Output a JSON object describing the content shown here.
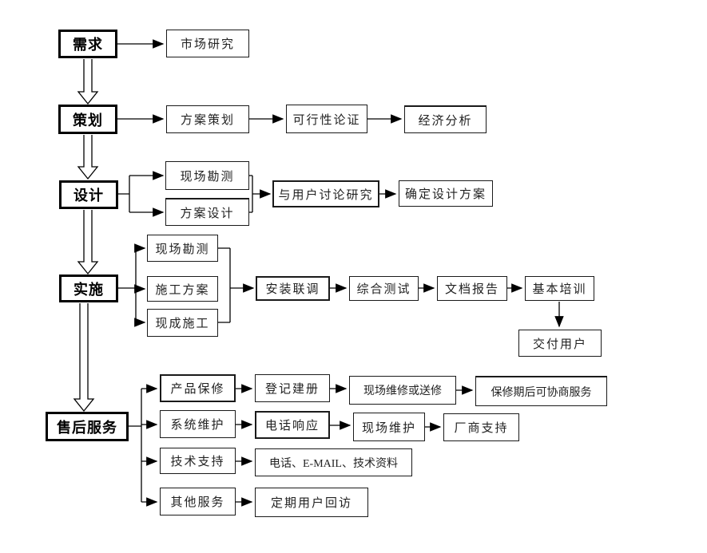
{
  "diagram_type": "flowchart",
  "line_color": "#000000",
  "box_fill": "#ffffff",
  "nodes": {
    "n_xuqiu": {
      "label": "需求",
      "kind": "stage"
    },
    "n_shichang": {
      "label": "市场研究",
      "kind": "process"
    },
    "n_cehua": {
      "label": "策划",
      "kind": "stage"
    },
    "n_fangan_cehua": {
      "label": "方案策划",
      "kind": "process"
    },
    "n_kexing": {
      "label": "可行性论证",
      "kind": "process"
    },
    "n_jingji": {
      "label": "经济分析",
      "kind": "process"
    },
    "n_sheji": {
      "label": "设计",
      "kind": "stage"
    },
    "n_kance1": {
      "label": "现场勘测",
      "kind": "process"
    },
    "n_fangan_sheji": {
      "label": "方案设计",
      "kind": "process"
    },
    "n_taolun": {
      "label": "与用户讨论研究",
      "kind": "process"
    },
    "n_queding": {
      "label": "确定设计方案",
      "kind": "process"
    },
    "n_shishi": {
      "label": "实施",
      "kind": "stage"
    },
    "n_kance2": {
      "label": "现场勘测",
      "kind": "process"
    },
    "n_shigong": {
      "label": "施工方案",
      "kind": "process"
    },
    "n_xiancheng": {
      "label": "现成施工",
      "kind": "process"
    },
    "n_anzhuang": {
      "label": "安装联调",
      "kind": "process"
    },
    "n_zonghe": {
      "label": "综合测试",
      "kind": "process"
    },
    "n_wendang": {
      "label": "文档报告",
      "kind": "process"
    },
    "n_jiben": {
      "label": "基本培训",
      "kind": "process"
    },
    "n_jiaofu": {
      "label": "交付用户",
      "kind": "process"
    },
    "n_shouhou": {
      "label": "售后服务",
      "kind": "stage"
    },
    "n_chanpin": {
      "label": "产品保修",
      "kind": "process"
    },
    "n_dengji": {
      "label": "登记建册",
      "kind": "process"
    },
    "n_weixiu": {
      "label": "现场维修或送修",
      "kind": "process"
    },
    "n_baoxiu": {
      "label": "保修期后可协商服务",
      "kind": "process"
    },
    "n_xitong": {
      "label": "系统维护",
      "kind": "process"
    },
    "n_dianhua": {
      "label": "电话响应",
      "kind": "process"
    },
    "n_weihu": {
      "label": "现场维护",
      "kind": "process"
    },
    "n_changshang": {
      "label": "厂商支持",
      "kind": "process"
    },
    "n_jishu": {
      "label": "技术支持",
      "kind": "process"
    },
    "n_email": {
      "label": "电话、E-MAIL、技术资料",
      "kind": "process"
    },
    "n_qita": {
      "label": "其他服务",
      "kind": "process"
    },
    "n_dingqi": {
      "label": "定期用户回访",
      "kind": "process"
    }
  },
  "edges": [
    {
      "from": "n_xuqiu",
      "to": "n_shichang",
      "style": "arrow"
    },
    {
      "from": "n_xuqiu",
      "to": "n_cehua",
      "style": "hollow-stage-arrow"
    },
    {
      "from": "n_cehua",
      "to": "n_fangan_cehua",
      "style": "arrow"
    },
    {
      "from": "n_fangan_cehua",
      "to": "n_kexing",
      "style": "arrow"
    },
    {
      "from": "n_kexing",
      "to": "n_jingji",
      "style": "arrow"
    },
    {
      "from": "n_cehua",
      "to": "n_sheji",
      "style": "hollow-stage-arrow"
    },
    {
      "from": "n_sheji",
      "to": "n_kance1",
      "style": "branch-arrow"
    },
    {
      "from": "n_sheji",
      "to": "n_fangan_sheji",
      "style": "branch-arrow"
    },
    {
      "from": "n_kance1",
      "to": "n_taolun",
      "style": "merge-arrow"
    },
    {
      "from": "n_fangan_sheji",
      "to": "n_taolun",
      "style": "merge-arrow"
    },
    {
      "from": "n_taolun",
      "to": "n_queding",
      "style": "arrow"
    },
    {
      "from": "n_sheji",
      "to": "n_shishi",
      "style": "hollow-stage-arrow"
    },
    {
      "from": "n_shishi",
      "to": "n_kance2",
      "style": "branch-arrow"
    },
    {
      "from": "n_shishi",
      "to": "n_shigong",
      "style": "branch-arrow"
    },
    {
      "from": "n_shishi",
      "to": "n_xiancheng",
      "style": "branch-arrow"
    },
    {
      "from": "n_kance2",
      "to": "n_anzhuang",
      "style": "merge-arrow"
    },
    {
      "from": "n_shigong",
      "to": "n_anzhuang",
      "style": "merge-arrow"
    },
    {
      "from": "n_xiancheng",
      "to": "n_anzhuang",
      "style": "merge-arrow"
    },
    {
      "from": "n_anzhuang",
      "to": "n_zonghe",
      "style": "arrow"
    },
    {
      "from": "n_zonghe",
      "to": "n_wendang",
      "style": "arrow"
    },
    {
      "from": "n_wendang",
      "to": "n_jiben",
      "style": "arrow"
    },
    {
      "from": "n_jiben",
      "to": "n_jiaofu",
      "style": "arrow"
    },
    {
      "from": "n_shishi",
      "to": "n_shouhou",
      "style": "hollow-stage-arrow"
    },
    {
      "from": "n_shouhou",
      "to": "n_chanpin",
      "style": "branch-arrow"
    },
    {
      "from": "n_chanpin",
      "to": "n_dengji",
      "style": "arrow"
    },
    {
      "from": "n_dengji",
      "to": "n_weixiu",
      "style": "arrow"
    },
    {
      "from": "n_weixiu",
      "to": "n_baoxiu",
      "style": "arrow"
    },
    {
      "from": "n_shouhou",
      "to": "n_xitong",
      "style": "branch-arrow"
    },
    {
      "from": "n_xitong",
      "to": "n_dianhua",
      "style": "arrow"
    },
    {
      "from": "n_dianhua",
      "to": "n_weihu",
      "style": "arrow"
    },
    {
      "from": "n_weihu",
      "to": "n_changshang",
      "style": "arrow"
    },
    {
      "from": "n_shouhou",
      "to": "n_jishu",
      "style": "branch-arrow"
    },
    {
      "from": "n_jishu",
      "to": "n_email",
      "style": "arrow"
    },
    {
      "from": "n_shouhou",
      "to": "n_qita",
      "style": "branch-arrow"
    },
    {
      "from": "n_qita",
      "to": "n_dingqi",
      "style": "arrow"
    }
  ]
}
